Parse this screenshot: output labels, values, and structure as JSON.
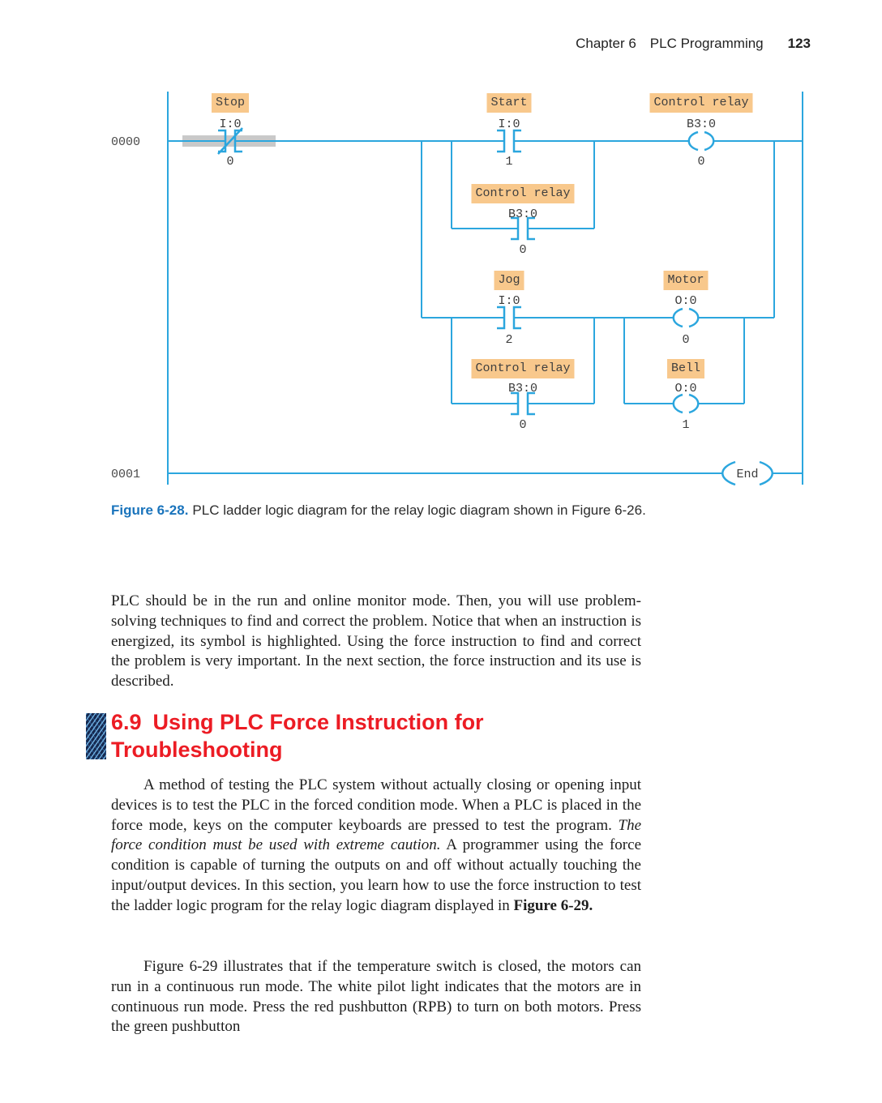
{
  "header": {
    "chapter": "Chapter 6",
    "book_section": "PLC Programming",
    "page_number": "123"
  },
  "ladder": {
    "rung_0_number": "0000",
    "rung_1_number": "0001",
    "stop": {
      "label": "Stop",
      "address": "I:0",
      "bit": "0"
    },
    "start": {
      "label": "Start",
      "address": "I:0",
      "bit": "1"
    },
    "control_relay_coil": {
      "label": "Control relay",
      "address": "B3:0",
      "bit": "0"
    },
    "control_relay_seal_contact": {
      "label": "Control relay",
      "address": "B3:0",
      "bit": "0"
    },
    "jog": {
      "label": "Jog",
      "address": "I:0",
      "bit": "2"
    },
    "motor_coil": {
      "label": "Motor",
      "address": "O:0",
      "bit": "0"
    },
    "control_relay_jog_contact": {
      "label": "Control relay",
      "address": "B3:0",
      "bit": "0"
    },
    "bell_coil": {
      "label": "Bell",
      "address": "O:0",
      "bit": "1"
    },
    "end_instruction": "End"
  },
  "caption": {
    "figure_label": "Figure 6-28.",
    "text": "PLC ladder logic diagram for the relay logic diagram shown in Figure 6-26."
  },
  "section_heading": {
    "number": "6.9",
    "title_line1": "Using PLC Force Instruction for",
    "title_line2": "Troubleshooting"
  },
  "body": {
    "paragraph_1": "PLC should be in the run and online monitor mode. Then, you will use problem-solving techniques to find and correct the problem. Notice that when an instruction is energized, its symbol is highlighted. Using the force instruction to find and correct the problem is very important. In the next section, the force instruction and its use is described.",
    "paragraph_2_part1": "A method of testing the PLC system without actually closing or opening input devices is to test the PLC in the forced condition mode. When a PLC is placed in the force mode, keys on the computer keyboards are pressed to test the program. ",
    "paragraph_2_italic": "The force condition must be used with extreme caution.",
    "paragraph_2_part2": " A programmer using the force condition is capable of turning the outputs on and off without actually touching the input/output devices. In this section, you learn how to use the force instruction to test the ladder logic program for the relay logic diagram displayed in ",
    "paragraph_2_bold": "Figure 6-29.",
    "paragraph_3": "Figure 6-29 illustrates that if the temperature switch is closed, the motors can run in a continuous run mode. The white pilot light indicates that the motors are in continuous run mode. Press the red pushbutton (RPB) to turn on both motors. Press the green pushbutton"
  },
  "colors": {
    "wire_blue": "#2BA6DE",
    "label_orange": "#F8C88C",
    "highlight_gray": "#C9C9C9",
    "heading_red": "#EC1C24",
    "caption_blue": "#1A74BC"
  }
}
